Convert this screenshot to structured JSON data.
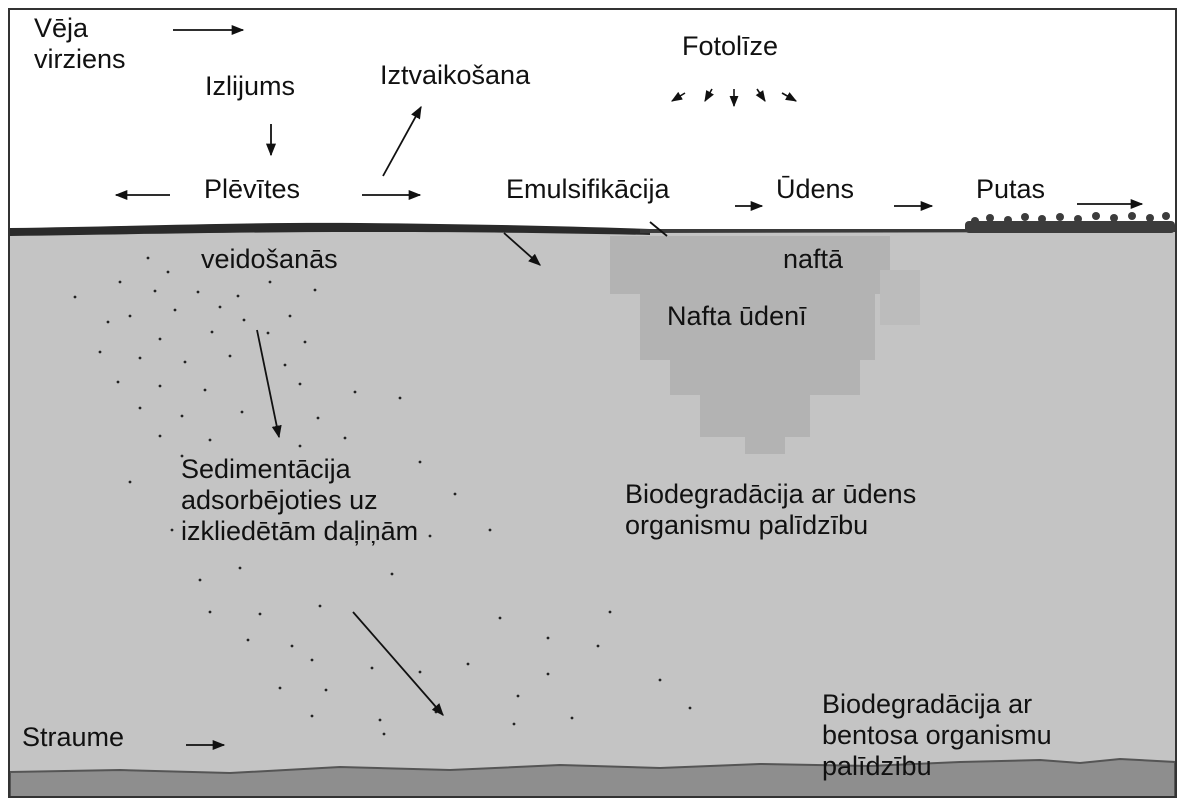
{
  "labels": {
    "wind": "Vēja\nvirziens",
    "spill": "Izlijums",
    "evaporation": "Iztvaikošana",
    "photolysis": "Fotolīze",
    "film_top": "Plēvītes",
    "film_bottom": "veidošanās",
    "emulsification": "Emulsifikācija",
    "water_top": "Ūdens",
    "water_bottom": "naftā",
    "foam": "Putas",
    "oil_in_water": "Nafta ūdenī",
    "sedimentation": "Sedimentācija\nadsorbējoties uz\nizkliedētām daļiņām",
    "biodeg_water": "Biodegradācija ar ūdens\norganismu palīdzību",
    "current": "Straume",
    "biodeg_benthos": "Biodegradācija ar\nbentosa organismu\npalīdzību"
  },
  "colors": {
    "sky": "#ffffff",
    "water": "#c4c4c4",
    "oil_slick": "#2a2a2a",
    "emulsion_cloud": "#b2b2b2",
    "seabed": "#8e8e8e",
    "arrows": "#111111"
  }
}
